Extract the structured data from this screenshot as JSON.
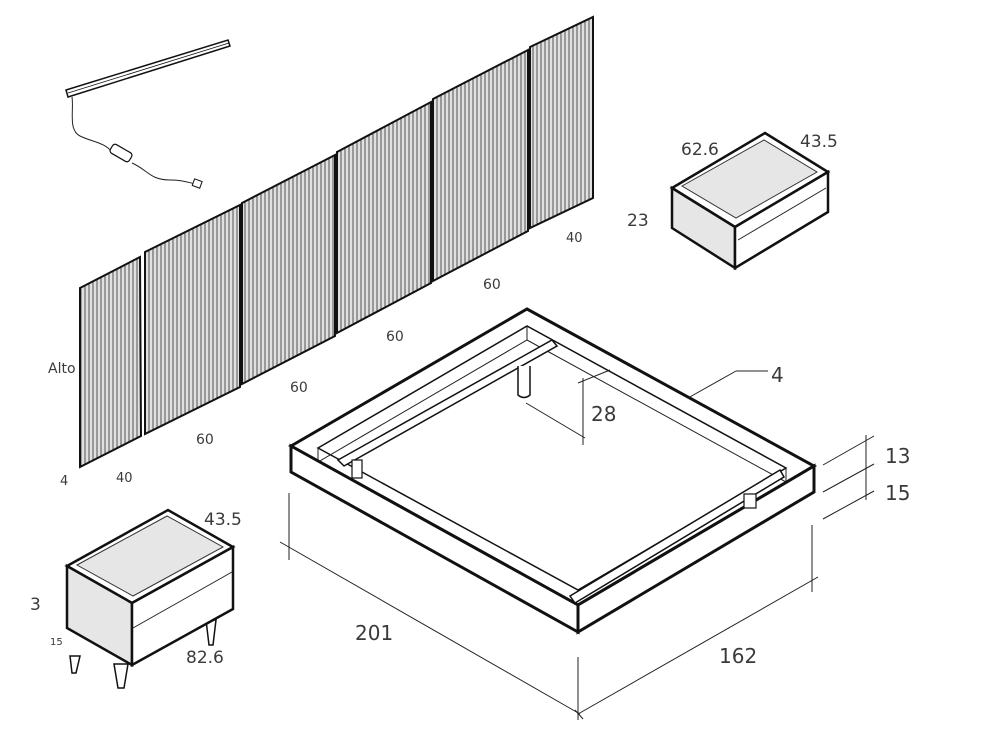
{
  "panels": {
    "alto_label": "Alto",
    "depth": "4",
    "width_small_left": "40",
    "width_a": "60",
    "width_b": "60",
    "width_c": "60",
    "width_d": "60",
    "width_small_right": "40"
  },
  "bed": {
    "length": "201",
    "width": "162",
    "inner_height": "28",
    "frame_thickness": "4",
    "rail_height_top": "13",
    "rail_height_bottom": "15"
  },
  "nightstand_floating": {
    "width": "62.6",
    "depth": "43.5",
    "height": "23"
  },
  "nightstand_legs": {
    "depth": "43.5",
    "width": "82.6",
    "top_thickness": "3",
    "leg_height": "15"
  },
  "colors": {
    "line": "#111111",
    "fill": "#e6e6e6",
    "text": "#3a3a3a"
  }
}
